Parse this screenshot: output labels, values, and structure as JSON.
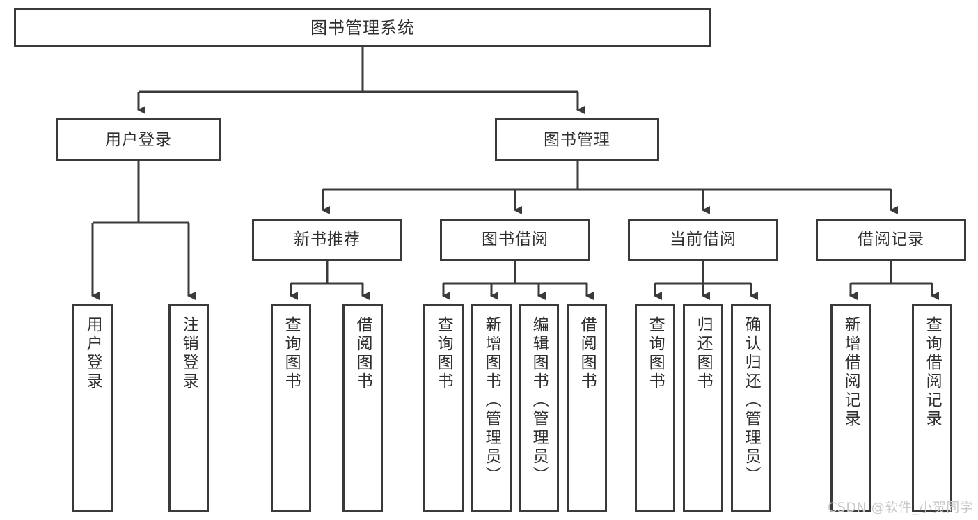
{
  "diagram": {
    "title": "图书管理系统",
    "type": "function-structure-tree",
    "watermark": "CSDN @软件_小贺同学",
    "colors": {
      "box_border": "#3a3a3a",
      "box_fill": "#ffffff",
      "connector": "#3a3a3a",
      "text": "#2f2f2f",
      "watermark": "#c9c9c9",
      "background": "#ffffff"
    },
    "root": {
      "label": "图书管理系统"
    },
    "level2": [
      {
        "id": "user-login",
        "label": "用户登录"
      },
      {
        "id": "book-management",
        "label": "图书管理"
      }
    ],
    "level3": [
      {
        "id": "new-book-recommend",
        "label": "新书推荐"
      },
      {
        "id": "book-borrow",
        "label": "图书借阅"
      },
      {
        "id": "current-borrow",
        "label": "当前借阅"
      },
      {
        "id": "borrow-record",
        "label": "借阅记录"
      }
    ],
    "leaves": {
      "user_login": [
        {
          "id": "leaf-user-login",
          "label": "用户登录"
        },
        {
          "id": "leaf-logout",
          "label": "注销登录"
        }
      ],
      "new_book_recommend": [
        {
          "id": "leaf-query-book-1",
          "label": "查询图书"
        },
        {
          "id": "leaf-borrow-book-1",
          "label": "借阅图书"
        }
      ],
      "book_borrow": [
        {
          "id": "leaf-query-book-2",
          "label": "查询图书"
        },
        {
          "id": "leaf-add-book",
          "label": "新增图书（管理员）"
        },
        {
          "id": "leaf-edit-book",
          "label": "编辑图书（管理员）"
        },
        {
          "id": "leaf-borrow-book-2",
          "label": "借阅图书"
        }
      ],
      "current_borrow": [
        {
          "id": "leaf-query-book-3",
          "label": "查询图书"
        },
        {
          "id": "leaf-return-book",
          "label": "归还图书"
        },
        {
          "id": "leaf-confirm-return",
          "label": "确认归还（管理员）"
        }
      ],
      "borrow_record": [
        {
          "id": "leaf-add-record",
          "label": "新增借阅记录"
        },
        {
          "id": "leaf-query-record",
          "label": "查询借阅记录"
        }
      ]
    }
  }
}
